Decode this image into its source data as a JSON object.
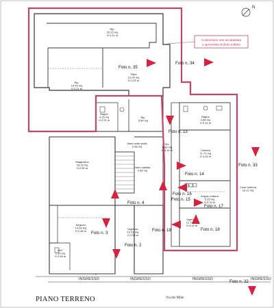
{
  "plan": {
    "title": "PIANO TERRENO",
    "street": "Via dei Mille",
    "compass": "N",
    "note_lines": [
      "Costruzione non accatastata",
      "e sprovvista di titolo edilizio"
    ],
    "boundary_color": "#c8436a",
    "arrow_color": "#d6213f",
    "wall_color": "#333333"
  },
  "rooms": [
    {
      "id": "rip-top",
      "lines": [
        "Rip.",
        "15.23 mq",
        "H 2.21 m"
      ]
    },
    {
      "id": "rip-left",
      "lines": [
        "Rip.",
        "19.99 mq",
        "H 2.21 m"
      ]
    },
    {
      "id": "patio",
      "lines": [
        "Patio",
        "13.09 mq",
        "H 2.29 m"
      ]
    },
    {
      "id": "bagno-left",
      "lines": [
        "Bagno",
        "4.15 mq",
        "H 2.21 m"
      ]
    },
    {
      "id": "rip-small",
      "lines": [
        "Rip.",
        "3.84 mq"
      ]
    },
    {
      "id": "bagno-right",
      "lines": [
        "Bagno",
        "4.86 mq",
        "H 3.14 m"
      ]
    },
    {
      "id": "dis",
      "lines": [
        "Dis.",
        "6.89 mq",
        "H 3.14 m"
      ]
    },
    {
      "id": "camera",
      "lines": [
        "Camera",
        "11.79 mq",
        "H 3.15 m"
      ]
    },
    {
      "id": "magazzino",
      "lines": [
        "Magazzino",
        "18.15 mq",
        "H 2.99 m"
      ]
    },
    {
      "id": "vano-sottoscala",
      "lines": [
        "Vano sotto scala",
        "2.98 mq"
      ]
    },
    {
      "id": "vano-caldaia",
      "lines": [
        "Vano caldaia",
        "0.68 mq"
      ]
    },
    {
      "id": "negozio",
      "lines": [
        "Negozio",
        "14.59 mq",
        "H 2.96 m"
      ]
    },
    {
      "id": "wc",
      "lines": [
        "W/C",
        "1.93 mq",
        "H 2.99 m"
      ]
    },
    {
      "id": "ingresso-mid",
      "lines": [
        "Ingresso",
        "10.51 mq",
        "H 2.98 m"
      ]
    },
    {
      "id": "angolo-cottura",
      "lines": [
        "Angolo cottura",
        "5.25 mq",
        "H 3.13 m"
      ]
    },
    {
      "id": "ingresso-right",
      "lines": [
        "Ingresso",
        "12.72 mq",
        "H 3.14 m"
      ]
    },
    {
      "id": "corte",
      "lines": [
        "Corte esterna",
        "16.11 mq"
      ]
    }
  ],
  "photos": [
    {
      "id": "35",
      "label": "Foto n. 35"
    },
    {
      "id": "34",
      "label": "Foto n. 34"
    },
    {
      "id": "13",
      "label": "Foto n. 13"
    },
    {
      "id": "33",
      "label": "Foto n. 33"
    },
    {
      "id": "14",
      "label": "Foto n. 14"
    },
    {
      "id": "16",
      "label": "Foto n. 16"
    },
    {
      "id": "15",
      "label": "Foto n. 15"
    },
    {
      "id": "17",
      "label": "Foto n. 17"
    },
    {
      "id": "4",
      "label": "Foto n. 4"
    },
    {
      "id": "3",
      "label": "Foto n. 3"
    },
    {
      "id": "19",
      "label": "Foto n. 19"
    },
    {
      "id": "18",
      "label": "Foto n. 18"
    },
    {
      "id": "2",
      "label": "Foto n. 2"
    },
    {
      "id": "32",
      "label": "Foto n. 32"
    }
  ],
  "entrances": [
    "INGRESSO",
    "INGRESSO",
    "INGRESSO",
    "INGRESSO"
  ]
}
